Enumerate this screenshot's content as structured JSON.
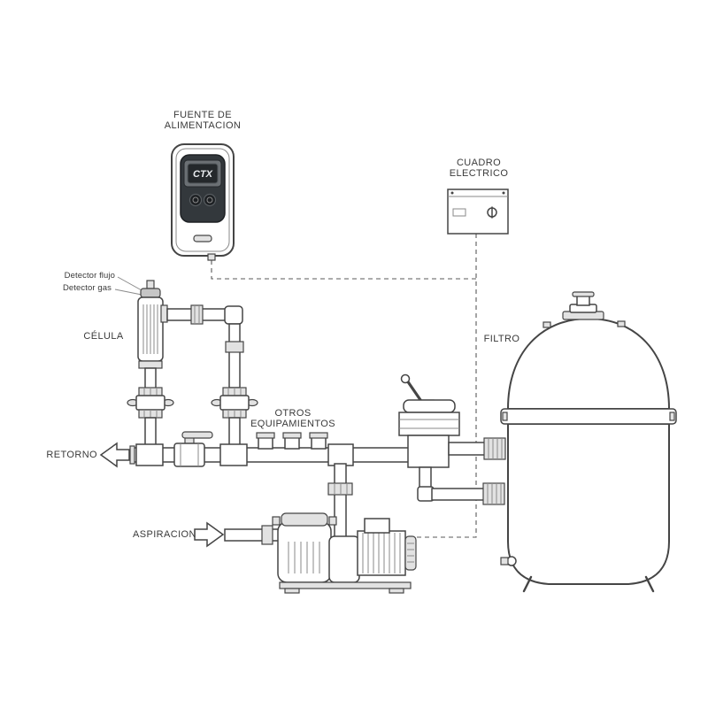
{
  "page": {
    "background": "#ffffff",
    "line_color": "#454545"
  },
  "labels": {
    "power_supply": {
      "line1": "FUENTE DE",
      "line2": "ALIMENTACION"
    },
    "electric_panel": {
      "line1": "CUADRO",
      "line2": "ELECTRICO"
    },
    "detector_flow": "Detector flujo",
    "detector_gas": "Detector gas",
    "cell": "CÉLULA",
    "other_equipment": {
      "line1": "OTROS",
      "line2": "EQUIPAMIENTOS"
    },
    "return": "RETORNO",
    "suction": "ASPIRACION",
    "filter": "FILTRO"
  },
  "device": {
    "brand": "CTX"
  }
}
